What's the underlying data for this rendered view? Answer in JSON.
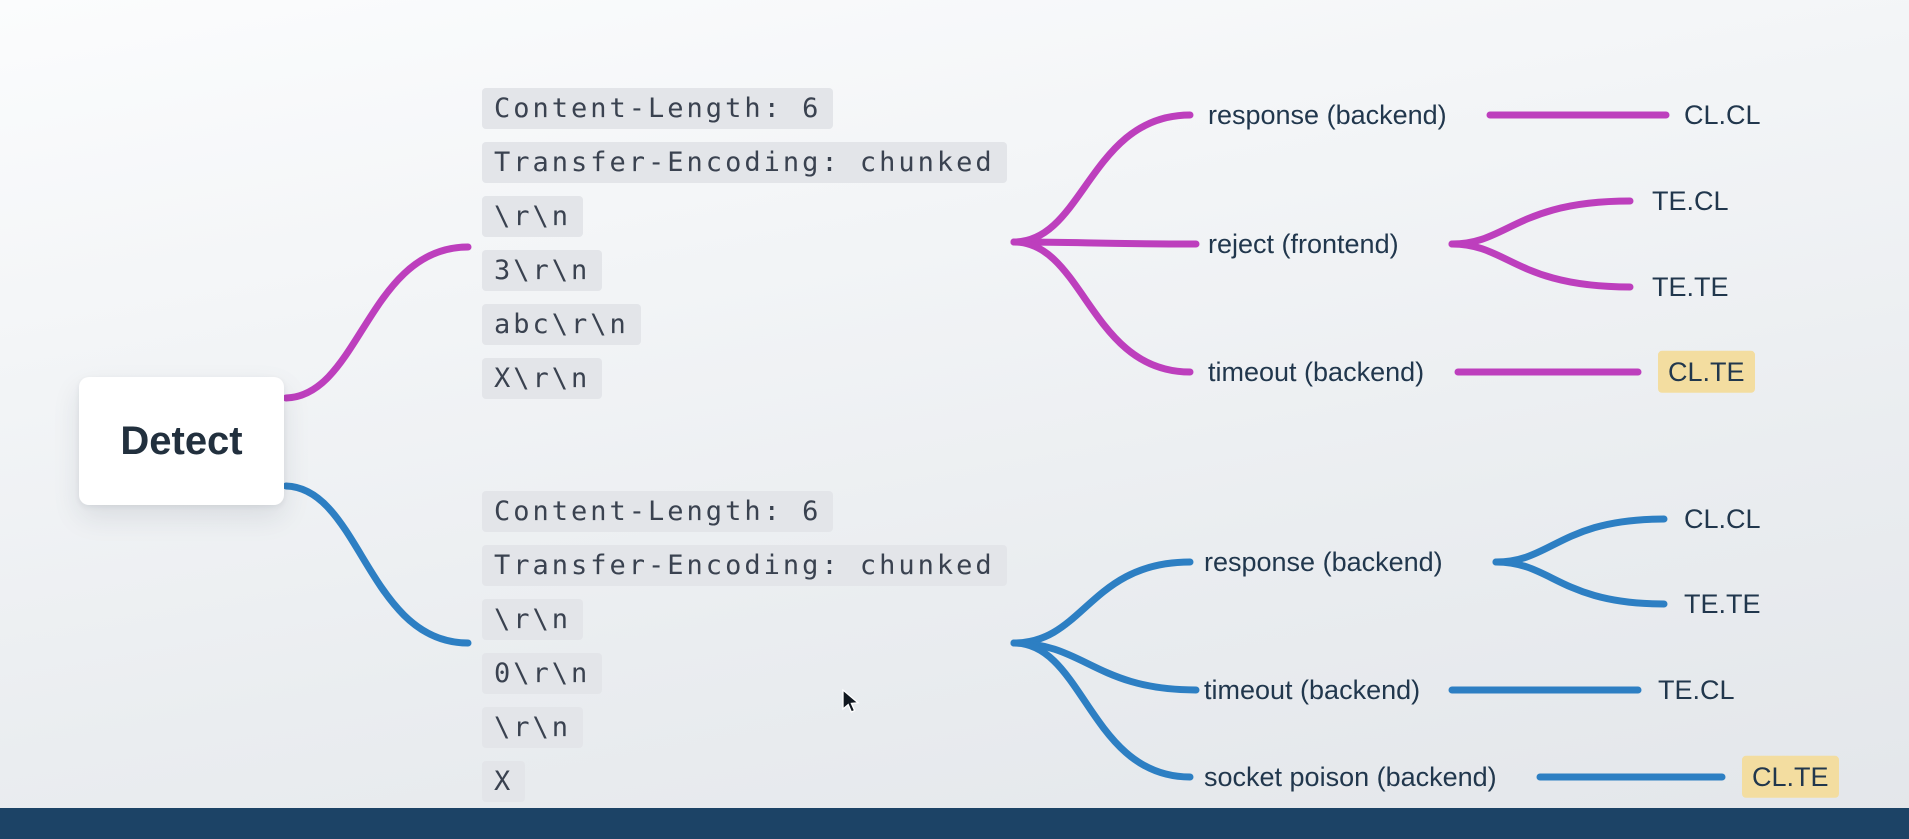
{
  "colors": {
    "magenta": "#bd3fbd",
    "blue": "#2d7fc3",
    "code_bg": "#e3e5e9",
    "code_text": "#3a4250",
    "label_text": "#21374d",
    "highlight_bg": "#f3dda0",
    "node_bg": "#ffffff",
    "node_text": "#22303e",
    "bottom_bar": "#1c4366"
  },
  "root": {
    "label": "Detect"
  },
  "branches": [
    {
      "id": "clte-probe",
      "color": "#bd3fbd",
      "request_lines": [
        "Content-Length: 6",
        "Transfer-Encoding: chunked",
        "\\r\\n",
        "3\\r\\n",
        "abc\\r\\n",
        "X\\r\\n"
      ],
      "outcomes": [
        {
          "label": "response (backend)",
          "results": [
            {
              "label": "CL.CL",
              "highlighted": false
            }
          ]
        },
        {
          "label": "reject (frontend)",
          "results": [
            {
              "label": "TE.CL",
              "highlighted": false
            },
            {
              "label": "TE.TE",
              "highlighted": false
            }
          ]
        },
        {
          "label": "timeout (backend)",
          "results": [
            {
              "label": "CL.TE",
              "highlighted": true
            }
          ]
        }
      ]
    },
    {
      "id": "tecl-probe",
      "color": "#2d7fc3",
      "request_lines": [
        "Content-Length: 6",
        "Transfer-Encoding: chunked",
        "\\r\\n",
        "0\\r\\n",
        "\\r\\n",
        "X"
      ],
      "outcomes": [
        {
          "label": "response (backend)",
          "results": [
            {
              "label": "CL.CL",
              "highlighted": false
            },
            {
              "label": "TE.TE",
              "highlighted": false
            }
          ]
        },
        {
          "label": "timeout (backend)",
          "results": [
            {
              "label": "TE.CL",
              "highlighted": false
            }
          ]
        },
        {
          "label": "socket poison (backend)",
          "results": [
            {
              "label": "CL.TE",
              "highlighted": true
            }
          ]
        }
      ]
    }
  ]
}
